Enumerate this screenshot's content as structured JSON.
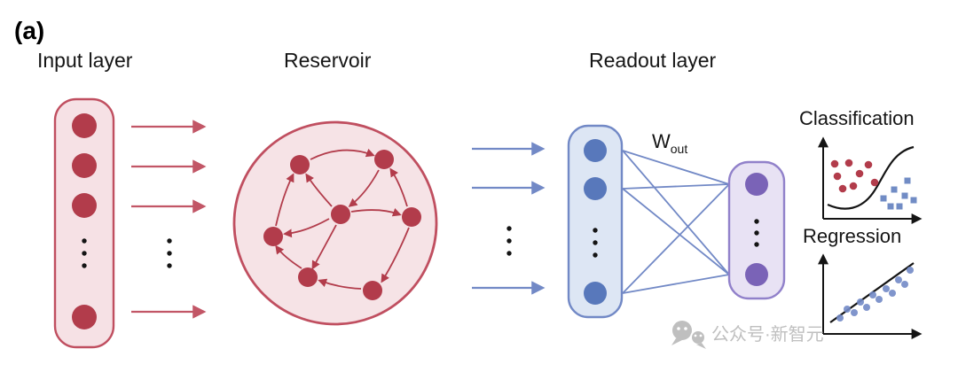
{
  "labels": {
    "panel": "(a)",
    "input_layer": "Input layer",
    "reservoir": "Reservoir",
    "readout_layer": "Readout layer",
    "weight": "W",
    "weight_sub": "out",
    "classification": "Classification",
    "regression": "Regression"
  },
  "watermark": {
    "text": "公众号·新智元"
  },
  "colors": {
    "red_stroke": "#c04f60",
    "red_arrow": "#c25666",
    "red_node": "#b23c4b",
    "input_fill": "#f6e1e5",
    "reservoir_fill": "#f6e3e6",
    "blue_stroke": "#7289c6",
    "blue_node": "#5878bb",
    "blue_fill": "#dde6f4",
    "purple_stroke": "#9181ca",
    "purple_node": "#7a63b7",
    "purple_fill": "#e8e2f4",
    "gray": "#bfbfbf"
  },
  "mini_charts": [
    {
      "type": "scatter",
      "title": "Classification",
      "classes": [
        "red-dots",
        "blue-squares"
      ],
      "has_decision_curve": true
    },
    {
      "type": "scatter",
      "title": "Regression",
      "has_trend_line": true
    }
  ]
}
